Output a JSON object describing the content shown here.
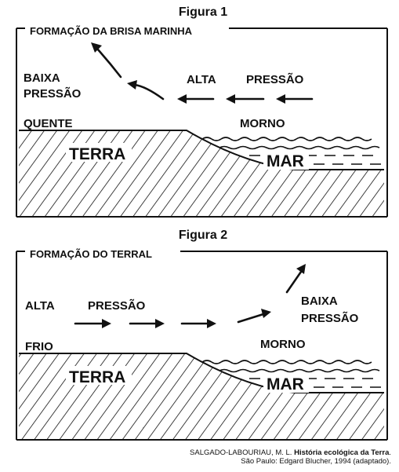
{
  "figure1": {
    "title": "Figura 1",
    "header": "FORMAÇÃO DA BRISA MARINHA",
    "low_pressure_line1": "BAIXA",
    "low_pressure_line2": "PRESSÃO",
    "high_label": "ALTA",
    "pressure_label": "PRESSÃO",
    "land_temp": "QUENTE",
    "sea_temp": "MORNO",
    "land": "TERRA",
    "sea": "MAR"
  },
  "figure2": {
    "title": "Figura 2",
    "header": "FORMAÇÃO DO  TERRAL",
    "high_label": "ALTA",
    "pressure_label": "PRESSÃO",
    "low_pressure_line1": "BAIXA",
    "low_pressure_line2": "PRESSÃO",
    "land_temp": "FRIO",
    "sea_temp": "MORNO",
    "land": "TERRA",
    "sea": "MAR"
  },
  "credit": {
    "author": "SALGADO-LABOURIAU, M. L.",
    "work": "História ecológica da Terra",
    "line2": "São Paulo: Edgard Blucher, 1994 (adaptado)."
  },
  "colors": {
    "ink": "#111111",
    "background": "#ffffff"
  }
}
